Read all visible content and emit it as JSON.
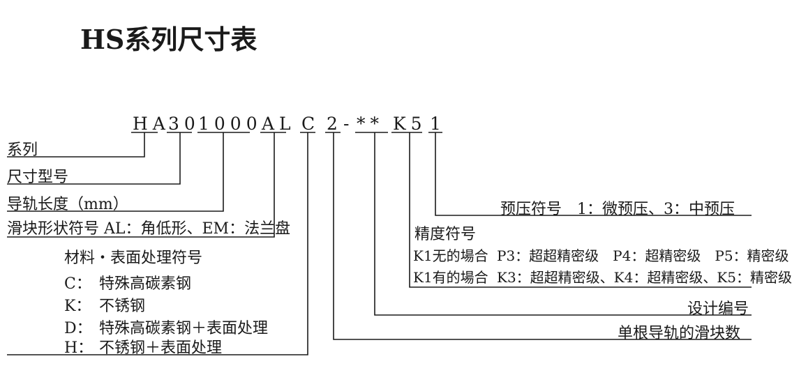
{
  "title": "HS系列尺寸表",
  "code": {
    "series": "HA",
    "size": "30",
    "length": "1000",
    "block": "AL",
    "material": "C",
    "count": "2",
    "dash": "-",
    "design": "**",
    "precision": "K5",
    "preload": "1"
  },
  "left_labels": {
    "series": "系列",
    "size": "尺寸型号",
    "rail_length": "导轨长度（mm）",
    "block_shape": "滑块形状符号 AL：角低形、EM：法兰盘"
  },
  "material": {
    "title": "材料・表面处理符号",
    "items": [
      {
        "code": "C：",
        "desc": "特殊高碳素钢"
      },
      {
        "code": "K：",
        "desc": "不锈钢"
      },
      {
        "code": "D：",
        "desc": "特殊高碳素钢＋表面处理"
      },
      {
        "code": "H：",
        "desc": "不锈钢＋表面处理"
      }
    ]
  },
  "right_labels": {
    "preload": "预压符号　1：微预压、3：中预压",
    "precision_title": "精度符号",
    "k1_none_label": "K1无的場合",
    "k1_none_desc": "P3：超超精密级　P4：超精密级　P5：精密级",
    "k1_has_label": "K1有的場合",
    "k1_has_desc": "K3：超超精密级、K4：超精密级、K5：精密级",
    "design_no": "设计编号",
    "block_count": "单根导轨的滑块数"
  }
}
